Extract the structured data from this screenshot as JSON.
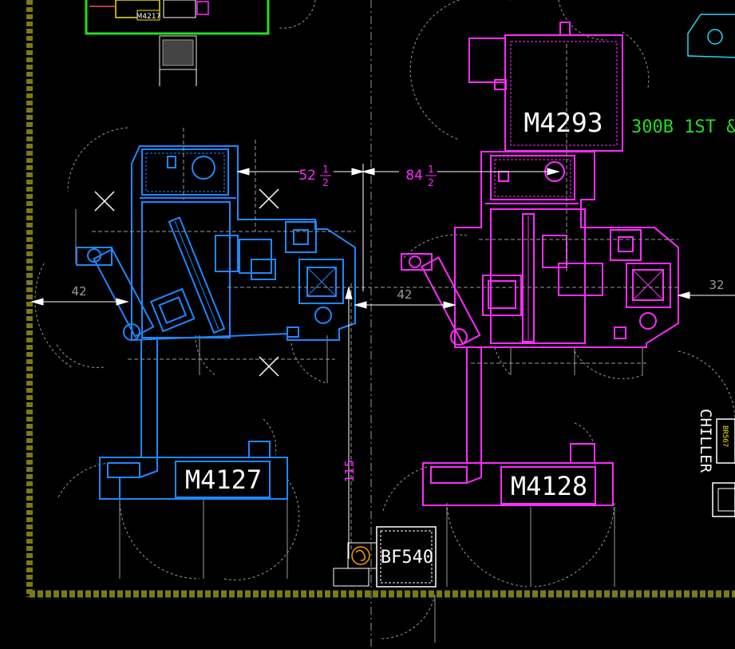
{
  "colors": {
    "background": "#000000",
    "wall": "#7c7a14",
    "blue_machine": "#1e88ff",
    "magenta_machine": "#ff2bff",
    "white_line": "#ffffff",
    "gray_line": "#9a9a9a",
    "green": "#22dd22",
    "cyan": "#2ad6f0",
    "yellow": "#f4e300",
    "orange": "#ff9a00"
  },
  "machines": {
    "m4127": {
      "label": "M4127"
    },
    "m4128": {
      "label": "M4128"
    },
    "m4293": {
      "label": "M4293"
    },
    "m4217": {
      "label": "M4217"
    },
    "bf540": {
      "label": "BF540"
    }
  },
  "area_label": "300B 1ST &",
  "chiller": {
    "label": "CHILLER",
    "tag": "BR567"
  },
  "dimensions": {
    "d_52": {
      "whole": "52",
      "num": "1",
      "den": "2"
    },
    "d_84": {
      "whole": "84",
      "num": "1",
      "den": "2"
    },
    "d_42_left": "42",
    "d_42_mid": "42",
    "d_32": "32",
    "d_115": "115"
  }
}
